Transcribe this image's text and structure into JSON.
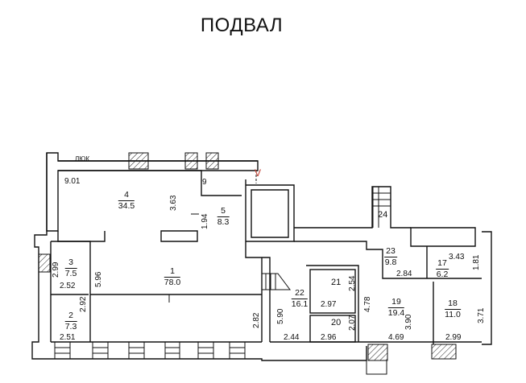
{
  "title": "ПОДВАЛ",
  "hatch_label": "ЛЮК",
  "marker_v": "V",
  "rooms": [
    {
      "number": "1",
      "area": "78.0"
    },
    {
      "number": "2",
      "area": "7.3"
    },
    {
      "number": "3",
      "area": "7.5"
    },
    {
      "number": "4",
      "area": "34.5"
    },
    {
      "number": "5",
      "area": "8.3"
    },
    {
      "number": "9",
      "area": ""
    },
    {
      "number": "17",
      "area": "6.2"
    },
    {
      "number": "18",
      "area": "11.0"
    },
    {
      "number": "19",
      "area": "19.4"
    },
    {
      "number": "20",
      "area": ""
    },
    {
      "number": "21",
      "area": ""
    },
    {
      "number": "22",
      "area": "16.1"
    },
    {
      "number": "23",
      "area": "9.8"
    },
    {
      "number": "24",
      "area": ""
    }
  ],
  "dimensions": {
    "d_9_01": "9.01",
    "d_3_63": "3.63",
    "d_1_94": "1.94",
    "d_2_99": "2.99",
    "d_2_52": "2.52",
    "d_5_96": "5.96",
    "d_2_92": "2.92",
    "d_2_51": "2.51",
    "d_2_82": "2.82",
    "d_5_90": "5.90",
    "d_2_44": "2.44",
    "d_2_54": "2.54",
    "d_2_97": "2.97",
    "d_2_07": "2.07",
    "d_2_96": "2.96",
    "d_4_78": "4.78",
    "d_3_90": "3.90",
    "d_4_69": "4.69",
    "d_2_84": "2.84",
    "d_3_43": "3.43",
    "d_1_81": "1.81",
    "d_3_71": "3.71",
    "d_2_99b": "2.99"
  }
}
